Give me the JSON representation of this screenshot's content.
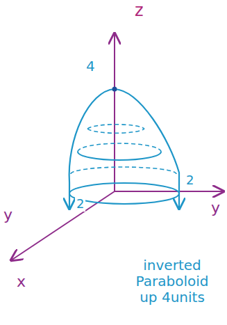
{
  "diagram": {
    "labels": [
      "z",
      "4",
      "y",
      "2",
      "2",
      "y",
      "x",
      "inverted Paraboloid up 4units"
    ]
  }
}
